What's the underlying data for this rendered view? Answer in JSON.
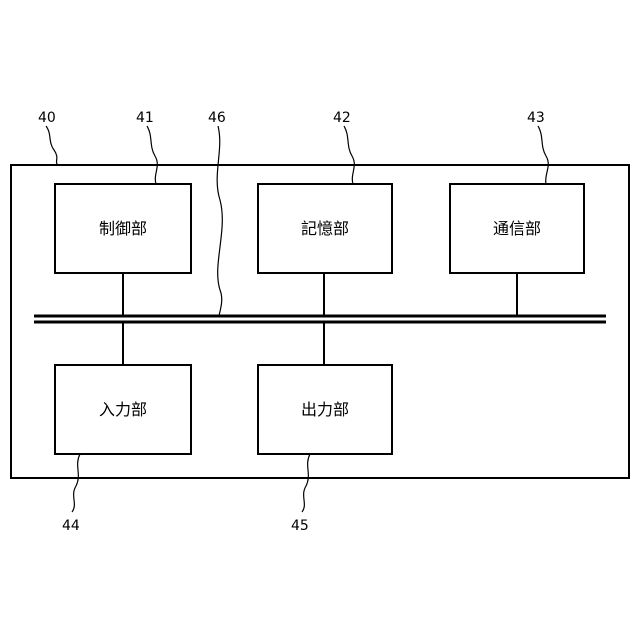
{
  "references": {
    "device": "40",
    "control": "41",
    "storage": "42",
    "communication": "43",
    "input": "44",
    "output": "45",
    "bus": "46"
  },
  "blocks": {
    "control": "制御部",
    "storage": "記憶部",
    "communication": "通信部",
    "input": "入力部",
    "output": "出力部"
  }
}
